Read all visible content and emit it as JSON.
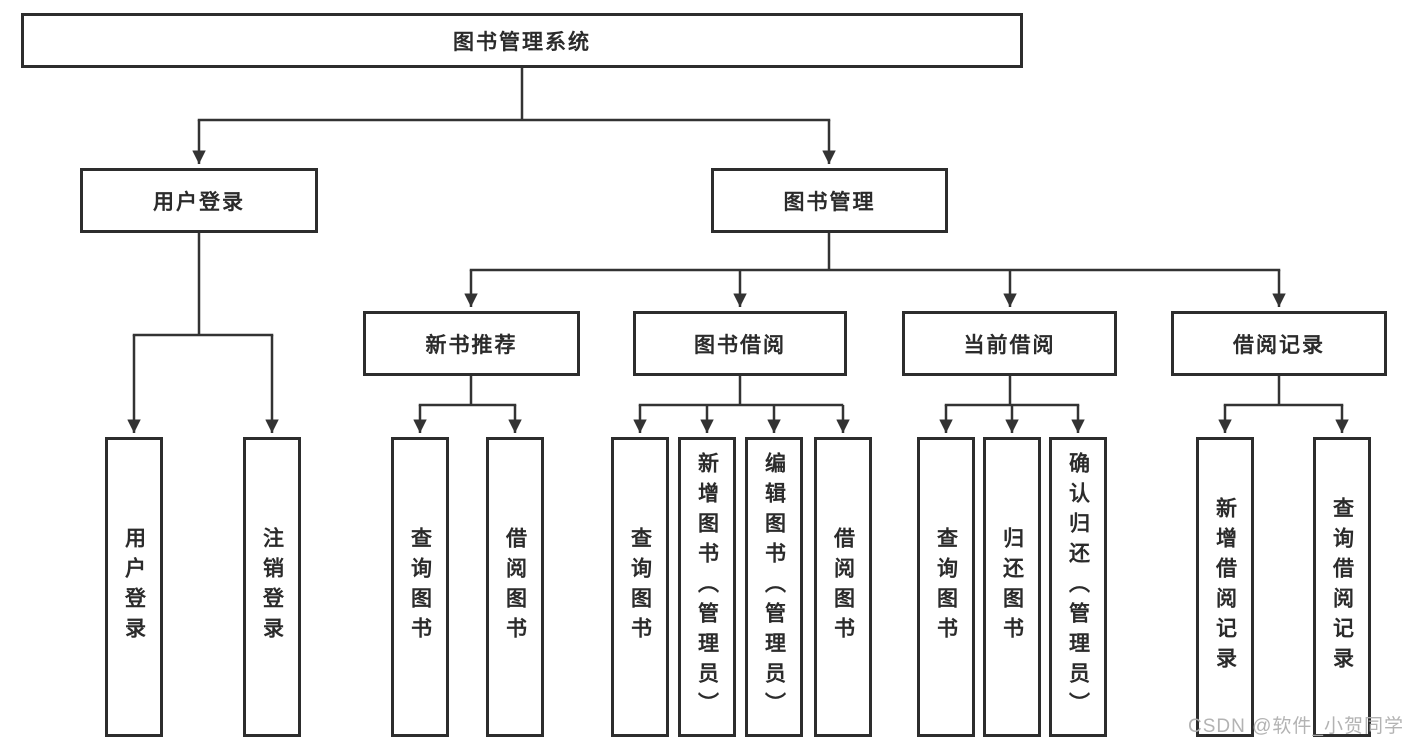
{
  "diagram": {
    "root": {
      "label": "图书管理系统",
      "children": [
        {
          "label": "用户登录",
          "children": [
            {
              "label": "用户登录"
            },
            {
              "label": "注销登录"
            }
          ]
        },
        {
          "label": "图书管理",
          "children": [
            {
              "label": "新书推荐",
              "children": [
                {
                  "label": "查询图书"
                },
                {
                  "label": "借阅图书"
                }
              ]
            },
            {
              "label": "图书借阅",
              "children": [
                {
                  "label": "查询图书"
                },
                {
                  "label": "新增图书（管理员）"
                },
                {
                  "label": "编辑图书（管理员）"
                },
                {
                  "label": "借阅图书"
                }
              ]
            },
            {
              "label": "当前借阅",
              "children": [
                {
                  "label": "查询图书"
                },
                {
                  "label": "归还图书"
                },
                {
                  "label": "确认归还（管理员）"
                }
              ]
            },
            {
              "label": "借阅记录",
              "children": [
                {
                  "label": "新增借阅记录"
                },
                {
                  "label": "查询借阅记录"
                }
              ]
            }
          ]
        }
      ]
    }
  },
  "watermark": {
    "text": "CSDN @软件_小贺同学"
  },
  "colors": {
    "background": "#ffffff",
    "box_border": "#2d2d2d",
    "connector_line": "#333333",
    "text": "#2b2b2b",
    "watermark": "#afafaf"
  }
}
